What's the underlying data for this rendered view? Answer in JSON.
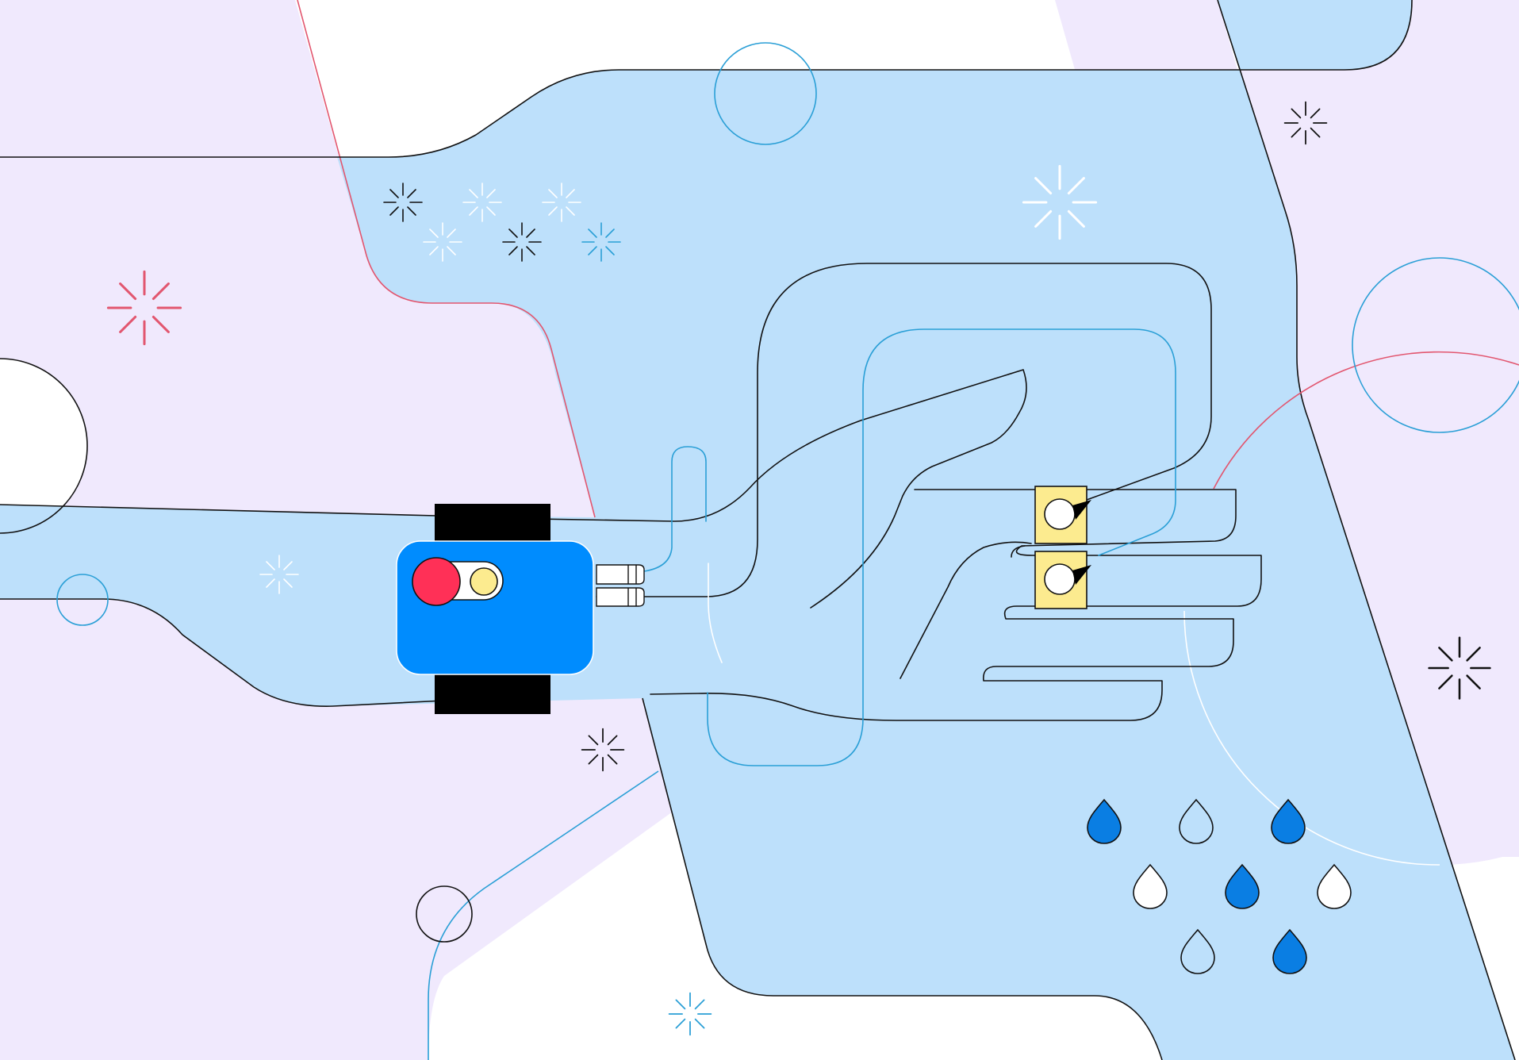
{
  "colors": {
    "background": "#ffffff",
    "lavender": "#f0e9fd",
    "light_blue": "#bde0fb",
    "outline": "#111111",
    "accent_blue": "#2a9fd6",
    "accent_pink": "#e2566f",
    "device_blue": "#008cfe",
    "strap_black": "#000000",
    "button_red": "#ff3057",
    "light_yellow": "#fceb8f",
    "white": "#ffffff",
    "drop_blue": "#0a7ee3"
  },
  "icons": {
    "wristband": "smart-wristband",
    "rings": "sensor-rings",
    "drops": "water-drops",
    "sparkles": "sparkle-stars"
  }
}
